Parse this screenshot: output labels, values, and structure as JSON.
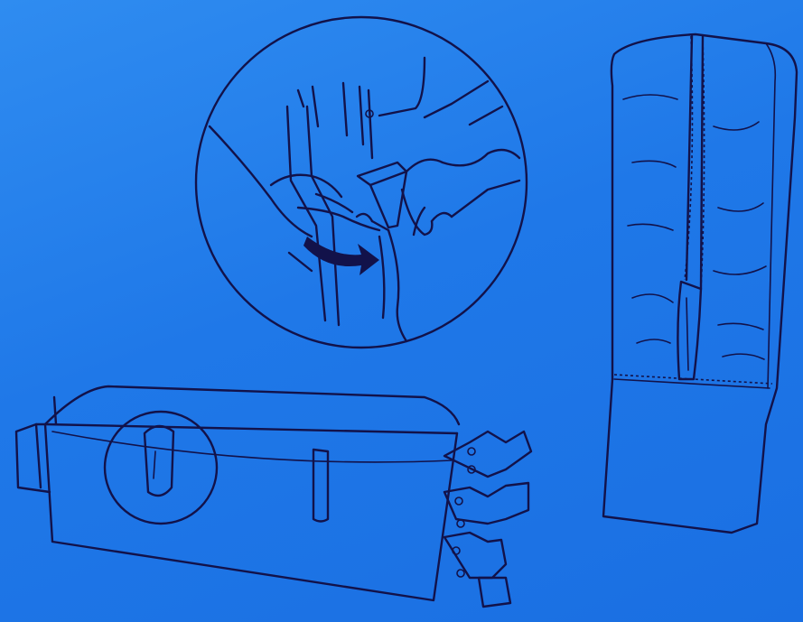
{
  "illustration": {
    "background_color": "#1f78e8",
    "ink_color": "#12124a",
    "figures": [
      {
        "name": "detail-circle-hands-zipper",
        "icon": "hands-pulling-zipper-icon"
      },
      {
        "name": "folded-bag-with-flaps",
        "icon": "bag-with-strap-icon"
      },
      {
        "name": "upright-zipped-cover",
        "icon": "zipped-cover-icon"
      }
    ]
  }
}
